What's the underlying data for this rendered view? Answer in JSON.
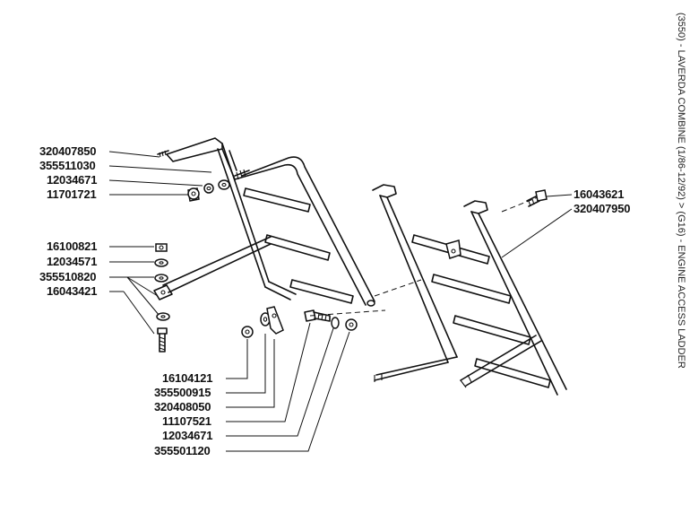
{
  "side_title": "(3550) - LAVERDA COMBINE (1/86-12/92) > (G16) - ENGINE ACCESS LADDER",
  "part_numbers": {
    "p320407850": "320407850",
    "p355511030": "355511030",
    "p12034671_a": "12034671",
    "p11701721": "11701721",
    "p16100821": "16100821",
    "p12034571": "12034571",
    "p355510820": "355510820",
    "p16043421": "16043421",
    "p16104121": "16104121",
    "p355500915": "355500915",
    "p320408050": "320408050",
    "p11107521": "11107521",
    "p12034671_b": "12034671",
    "p355501120": "355501120",
    "p16043621": "16043621",
    "p320407950": "320407950"
  }
}
